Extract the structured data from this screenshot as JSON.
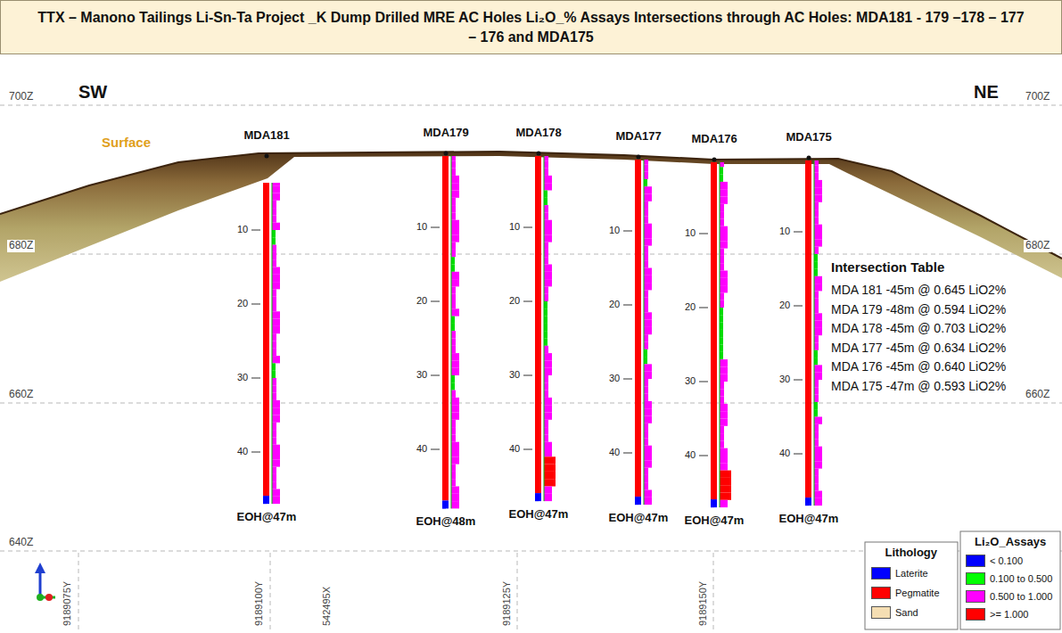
{
  "diagram": {
    "title": "TTX – Manono Tailings Li-Sn-Ta Project _K Dump Drilled MRE AC Holes Li₂O_% Assays Intersections through AC Holes: MDA181 - 179 –178 – 177 – 176 and MDA175",
    "labels": [
      "SW",
      "NE",
      "700Z",
      "700Z",
      "680Z",
      "680Z",
      "660Z",
      "660Z",
      "640Z",
      "Surface",
      "MDA181",
      "MDA179",
      "MDA178",
      "MDA177",
      "MDA176",
      "MDA175",
      "10",
      "20",
      "30",
      "40",
      "10",
      "20",
      "30",
      "40",
      "10",
      "20",
      "30",
      "40",
      "10",
      "20",
      "30",
      "40",
      "10",
      "20",
      "30",
      "40",
      "10",
      "20",
      "30",
      "40",
      "EOH@47m",
      "EOH@48m",
      "EOH@47m",
      "EOH@47m",
      "EOH@47m",
      "EOH@47m",
      "Intersection Table",
      "MDA 181 -45m @ 0.645 LiO2%",
      "MDA 179 -48m @ 0.594 LiO2%",
      "MDA 178 -45m @ 0.703 LiO2%",
      "MDA 177 -45m @ 0.634 LiO2%",
      "MDA 176 -45m @ 0.640 LiO2%",
      "MDA 175 -47m @ 0.593 LiO2%",
      "Lithology",
      "Li₂O_Assays",
      "9189075Y",
      "9189100Y",
      "542495X",
      "9189125Y",
      "9189150Y"
    ],
    "legend": [
      {
        "text": "Laterite",
        "color": "#0000ff"
      },
      {
        "text": "Pegmatite",
        "color": "#ff0000"
      },
      {
        "text": "Sand",
        "color": "#f5deb3"
      },
      {
        "text": "< 0.100",
        "color": "#0000ff"
      },
      {
        "text": "0.100 to 0.500",
        "color": "#00ff00"
      },
      {
        "text": "0.500 to 1.000",
        "color": "#ff00ff"
      },
      {
        "text": ">= 1.000",
        "color": "#ff0000"
      }
    ]
  }
}
